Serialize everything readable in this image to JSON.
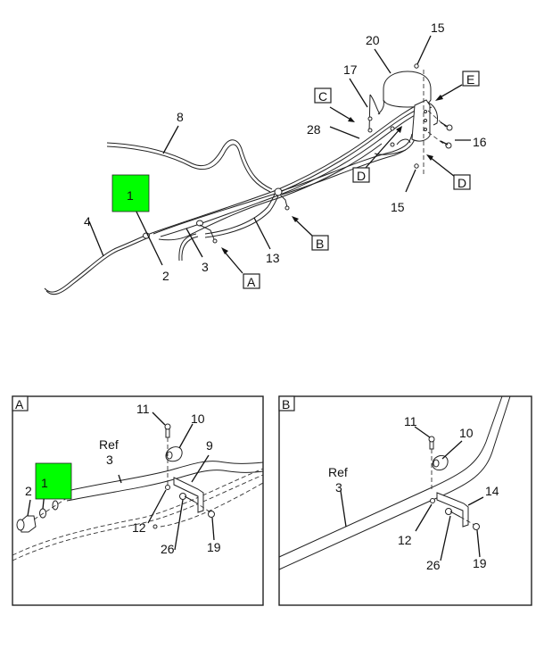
{
  "diagram": {
    "main_view": {
      "callouts": [
        "1",
        "2",
        "3",
        "4",
        "8",
        "13",
        "15",
        "15",
        "16",
        "17",
        "20",
        "28"
      ],
      "view_tags": [
        "A",
        "B",
        "C",
        "D",
        "D",
        "E"
      ],
      "highlighted_item": "1",
      "highlight_color": "#00ff00"
    },
    "detail_a": {
      "tag": "A",
      "ref_label": "Ref",
      "ref_item": "3",
      "callouts": [
        "1",
        "2",
        "9",
        "10",
        "11",
        "12",
        "19",
        "26"
      ],
      "highlighted_item": "1"
    },
    "detail_b": {
      "tag": "B",
      "ref_label": "Ref",
      "ref_item": "3",
      "callouts": [
        "10",
        "11",
        "12",
        "14",
        "19",
        "26"
      ]
    }
  }
}
